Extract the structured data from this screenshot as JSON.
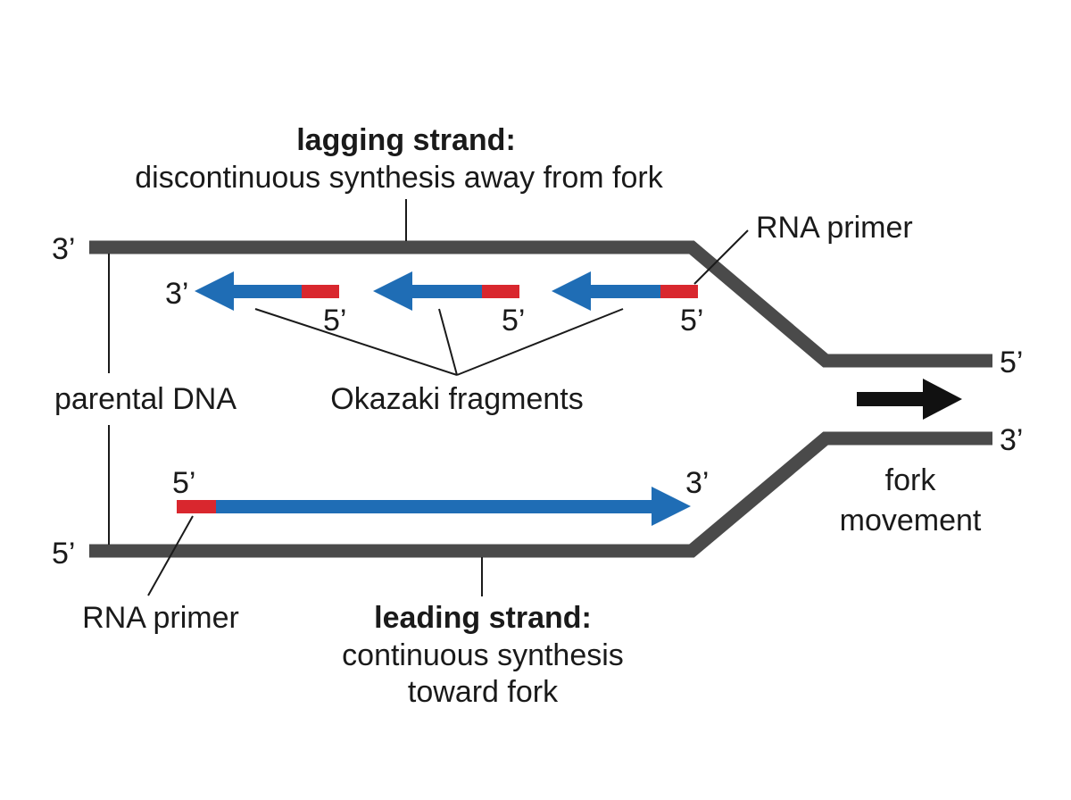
{
  "lagging": {
    "title": "lagging strand:",
    "description": "discontinuous synthesis away from fork"
  },
  "leading": {
    "title": "leading strand:",
    "line1": "continuous synthesis",
    "line2": "toward fork"
  },
  "labels": {
    "rna_primer_top": "RNA primer",
    "rna_primer_bottom": "RNA primer",
    "parental_dna": "parental DNA",
    "okazaki": "Okazaki fragments",
    "fork_movement_1": "fork",
    "fork_movement_2": "movement"
  },
  "ends": {
    "top_left": "3’",
    "bottom_left": "5’",
    "top_right": "5’",
    "bottom_right": "3’",
    "frag1_3": "3’",
    "frag1_5": "5’",
    "frag2_5": "5’",
    "frag3_5": "5’",
    "leading_5": "5’",
    "leading_3": "3’"
  },
  "colors": {
    "parental_strand": "#4a4a4a",
    "new_strand": "#1f6db5",
    "primer": "#d9272e",
    "arrow": "#111111",
    "text": "#1a1a1a"
  }
}
